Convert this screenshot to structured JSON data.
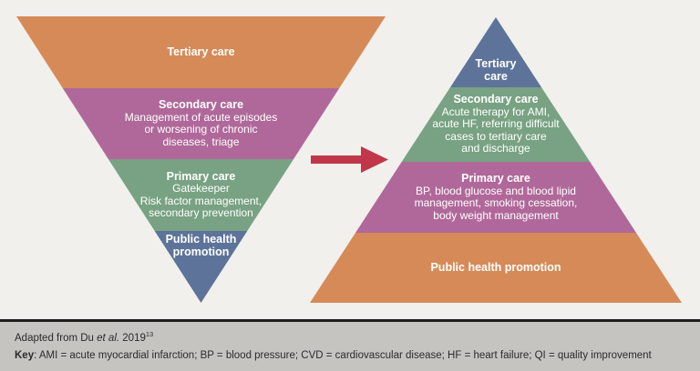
{
  "colors": {
    "bg": "#f1f0ec",
    "tier-orange": "#d68a58",
    "tier-purple": "#b0689a",
    "tier-green": "#78a283",
    "tier-blue": "#5d7399",
    "arrow-red": "#c0374a",
    "band-gray": "#c6c4c1",
    "rule-black": "#1c1c1c",
    "footer-text": "#2b2b2b"
  },
  "left_pyramid": {
    "layers": [
      {
        "tier": "orange",
        "title": "Tertiary care"
      },
      {
        "tier": "purple",
        "title": "Secondary care",
        "body": [
          "Management of acute episodes",
          "or worsening of chronic",
          "diseases, triage"
        ]
      },
      {
        "tier": "green",
        "title": "Primary care",
        "body": [
          "Gatekeeper",
          "Risk factor management,",
          "secondary prevention"
        ]
      },
      {
        "tier": "blue",
        "title": [
          "Public health",
          "promotion"
        ]
      }
    ]
  },
  "right_pyramid": {
    "layers": [
      {
        "tier": "blue",
        "title": [
          "Tertiary",
          "care"
        ]
      },
      {
        "tier": "green",
        "title": "Secondary care",
        "body": [
          "Acute therapy for AMI,",
          "acute HF, referring difficult",
          "cases to tertiary care",
          "and discharge"
        ]
      },
      {
        "tier": "purple",
        "title": "Primary care",
        "body": [
          "BP, blood glucose and blood lipid",
          "management, smoking cessation,",
          "body weight management"
        ]
      },
      {
        "tier": "orange",
        "title": "Public health promotion"
      }
    ]
  },
  "footer": {
    "adapted_prefix": "Adapted from Du",
    "adapted_etal": "et al.",
    "adapted_year": "2019",
    "adapted_ref": "13",
    "key_label": "Key",
    "key_text": ": AMI = acute myocardial infarction; BP = blood pressure; CVD = cardiovascular disease; HF = heart failure; QI = quality improvement"
  }
}
